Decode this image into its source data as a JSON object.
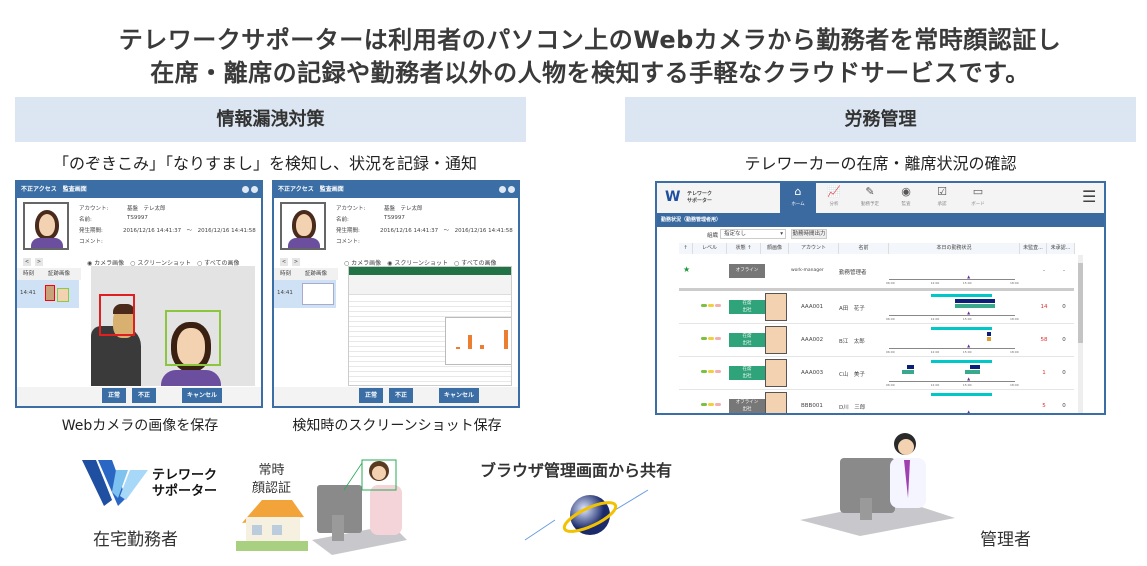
{
  "headline": {
    "line1": "テレワークサポーターは利用者のパソコン上のWebカメラから勤務者を常時顔認証し",
    "line2": "在席・離席の記録や勤務者以外の人物を検知する手軽なクラウドサービスです。"
  },
  "left_section": {
    "title": "情報漏洩対策",
    "subtitle": "「のぞきこみ」「なりすまし」を検知し、状況を記録・通知",
    "captions": [
      "Webカメラの画像を保存",
      "検知時のスクリーンショット保存"
    ]
  },
  "right_section": {
    "title": "労務管理",
    "subtitle": "テレワーカーの在席・離席状況の確認"
  },
  "dialog": {
    "title": "不正アクセス　監査画面",
    "fields": [
      {
        "label": "アカウント:",
        "value": "基盤　テレ太郎"
      },
      {
        "label": "名前:",
        "value": "TS9997"
      },
      {
        "label": "発生期間:",
        "value": "2016/12/16 14:41:37　～　2016/12/16 14:41:58"
      },
      {
        "label": "コメント:",
        "value": ""
      }
    ],
    "prev": "<",
    "next": ">",
    "radio_options": [
      "カメラ画像",
      "スクリーンショット",
      "すべての画像"
    ],
    "selected_radio_1": 0,
    "selected_radio_2": 1,
    "table_headers": [
      "時刻",
      "証跡画像"
    ],
    "row_time": "14:41",
    "buttons": [
      "正常",
      "不正",
      "キャンセル"
    ]
  },
  "app": {
    "logo": [
      "テレワーク",
      "サポーター"
    ],
    "tabs": [
      {
        "icon": "⌂",
        "label": "ホーム",
        "active": true
      },
      {
        "icon": "📈",
        "label": "分析"
      },
      {
        "icon": "✎",
        "label": "勤務予定"
      },
      {
        "icon": "◉",
        "label": "監査"
      },
      {
        "icon": "☑",
        "label": "承認"
      },
      {
        "icon": "▭",
        "label": "ボード"
      }
    ],
    "menu_icon": "☰",
    "band_title": "勤務状況（勤務管理者用）",
    "filter_label": "組織",
    "filter_value": "指定なし",
    "export_button": "勤務時間出力",
    "columns": [
      "↑",
      "レベル",
      "状態 ↑",
      "顔画像",
      "アカウント",
      "名前",
      "本日の勤務状況",
      "未監査...",
      "未承認..."
    ],
    "axis_ticks": [
      "06:00",
      "12:00",
      "15:00",
      "18:00"
    ],
    "rows": [
      {
        "status": "オフライン",
        "status_color": "#777777",
        "account": "work-manager",
        "name": "勤務管理者",
        "unaudited": "-",
        "unapproved": "-",
        "star": true
      },
      {
        "status": "在席\n出社",
        "status_color": "#2fa37a",
        "account": "AAA001",
        "name": "A田　花子",
        "unaudited": "14",
        "unapproved": "0"
      },
      {
        "status": "在席\n出社",
        "status_color": "#2fa37a",
        "account": "AAA002",
        "name": "B江　太郎",
        "unaudited": "58",
        "unapproved": "0"
      },
      {
        "status": "在席\n出社",
        "status_color": "#2fa37a",
        "account": "AAA003",
        "name": "C山　美子",
        "unaudited": "1",
        "unapproved": "0"
      },
      {
        "status": "オフライン\n出社",
        "status_color": "#777777",
        "account": "BBB001",
        "name": "D川　三郎",
        "unaudited": "5",
        "unapproved": "0"
      }
    ]
  },
  "bottom": {
    "logo_text": [
      "テレワーク",
      "サポーター"
    ],
    "home_worker": "在宅勤務者",
    "face_auth": [
      "常時",
      "顔認証"
    ],
    "share": "ブラウザ管理画面から共有",
    "manager": "管理者"
  },
  "colors": {
    "accent_blue": "#3a6ea5",
    "band": "#dce6f2",
    "status_green": "#2fa37a",
    "bar_cyan": "#00c8c8",
    "bar_navy": "#0a1f7a"
  }
}
